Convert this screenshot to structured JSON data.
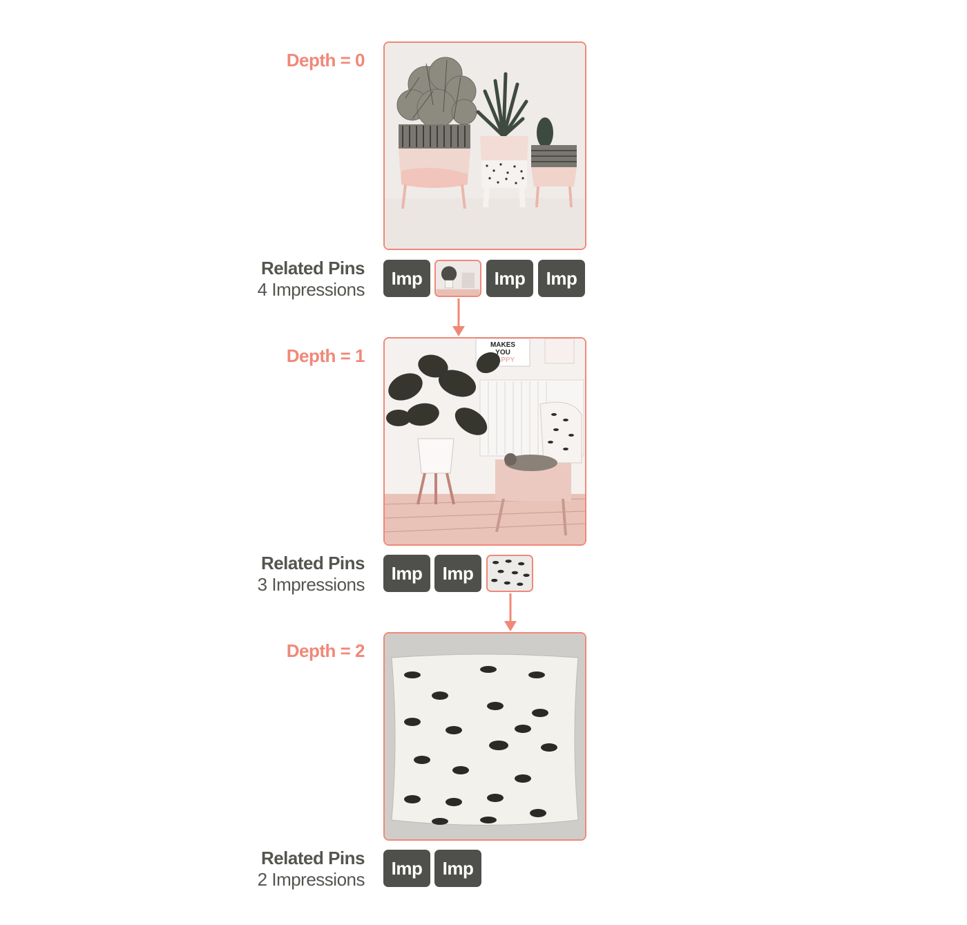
{
  "levels": [
    {
      "depth_label": "Depth = 0",
      "image_subject": "potted-plants",
      "related_title": "Related Pins",
      "impressions_text": "4 Impressions",
      "tiles": [
        "Imp",
        "",
        "Imp",
        "Imp"
      ],
      "selected_index": 1
    },
    {
      "depth_label": "Depth = 1",
      "image_subject": "living-room-with-plant-and-chair",
      "related_title": "Related Pins",
      "impressions_text": "3 Impressions",
      "tiles": [
        "Imp",
        "Imp",
        ""
      ],
      "selected_index": 2
    },
    {
      "depth_label": "Depth = 2",
      "image_subject": "eye-pattern-pillow",
      "related_title": "Related Pins",
      "impressions_text": "2 Impressions",
      "tiles": [
        "Imp",
        "Imp"
      ],
      "selected_index": null
    }
  ],
  "poster_text": {
    "line1": "MAKES",
    "line2": "YOU",
    "line3": "HAPPY"
  },
  "colors": {
    "accent": "#f08878",
    "tile": "#4f4f4b",
    "text": "#555550"
  }
}
